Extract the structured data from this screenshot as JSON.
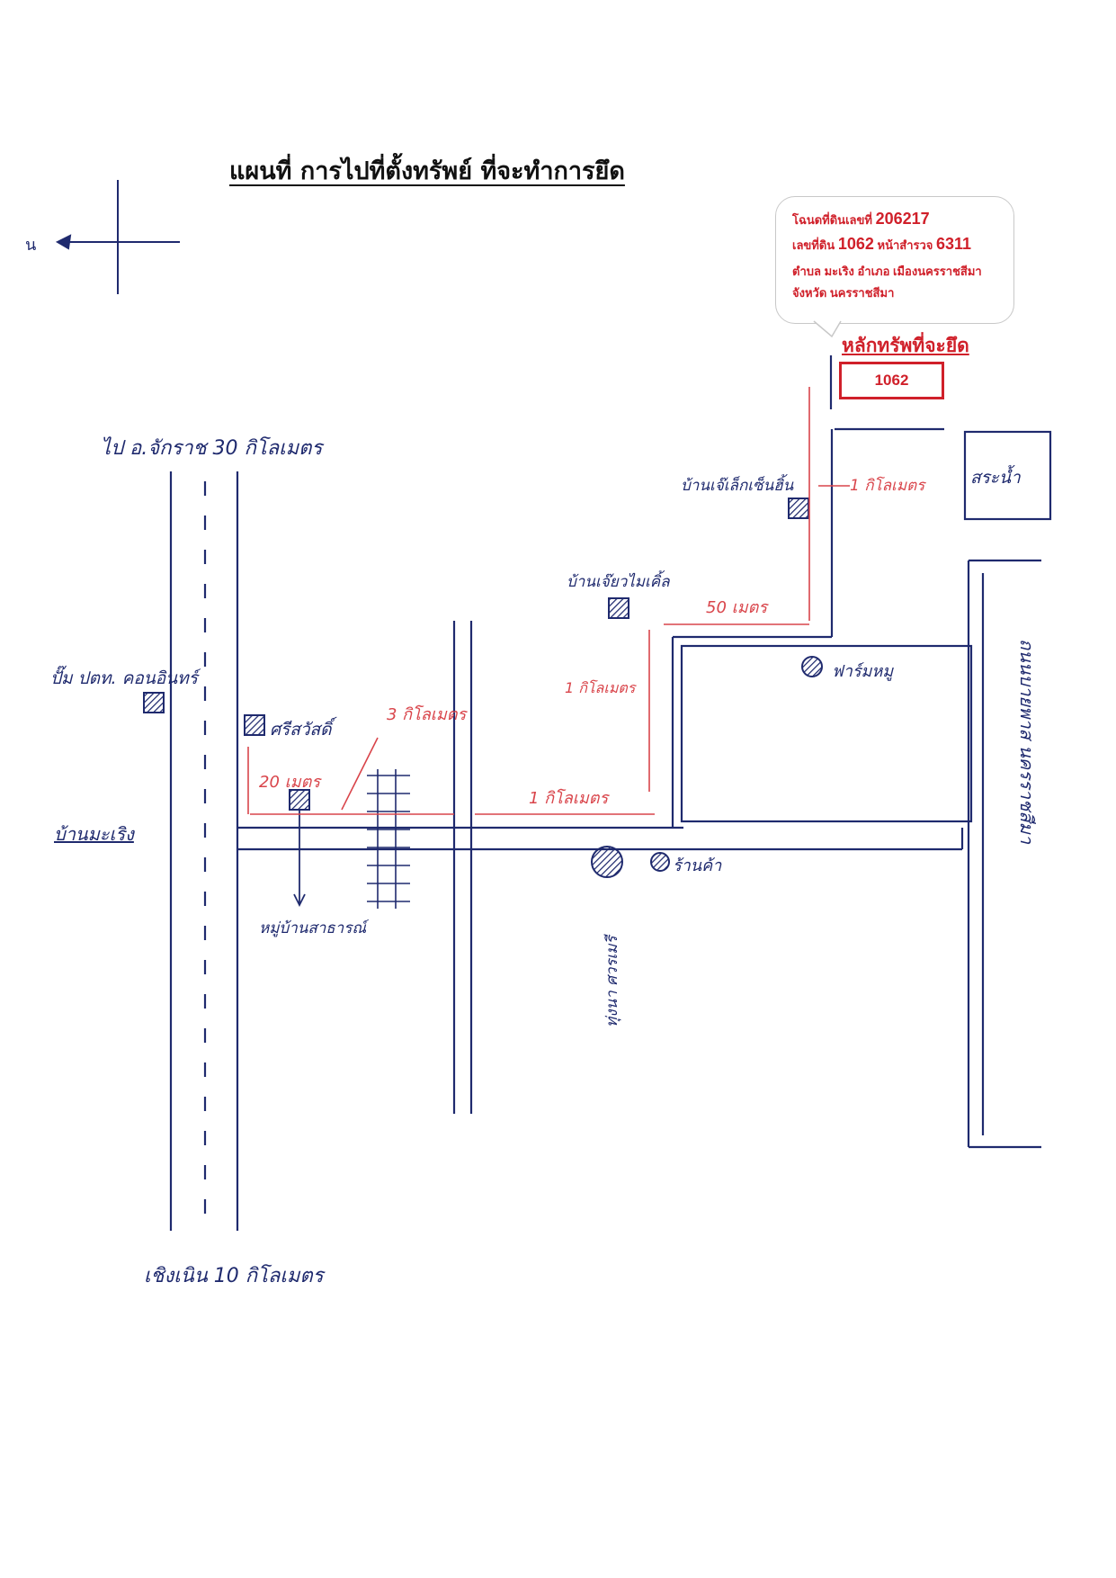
{
  "title": "แผนที่ การไปที่ตั้งทรัพย์ ที่จะทำการยึด",
  "compass_label": "น",
  "callout": {
    "deed_prefix": "โฉนดที่ดินเลขที่",
    "deed_number": "206217",
    "land_no_prefix": "เลขที่ดิน",
    "land_no": "1062",
    "survey_prefix": "หน้าสำรวจ",
    "survey_no": "6311",
    "location_line1": "ตำบล มะเริง อำเภอ เมืองนครราชสีมา",
    "location_line2": "จังหวัด นครราชสีมา"
  },
  "target": {
    "label": "หลักทรัพที่จะยึด",
    "number": "1062"
  },
  "labels": {
    "top_road": "ไป อ.จักราช 30 กิโลเมตร",
    "bottom_road": "เชิงเนิน 10 กิโลเมตร",
    "gas_station": "ปั๊ม ปตท. คอนอินทร์",
    "village_marueng": "บ้านมะเริง",
    "sri_sawat": "ศรีสวัสดิ์",
    "village_direction": "หมู่บ้านสาธารณ์",
    "house_chinese": "บ้านเจ๊เล็กเซ็นฮิ้น",
    "house_chi": "บ้านเจ๊ยวไมเคิ้ล",
    "reservoir": "สระน้ำ",
    "family_mart": "ฟาร์มหมู",
    "shop": "ร้านค้า",
    "school": "ทุ่งนา ศวรเมรี",
    "right_road": "ถนนบายพาส นครราชสีมา"
  },
  "distances": {
    "d_20m": "20 เมตร",
    "d_3km": "3 กิโลเมตร",
    "d_1km_bottom": "1 กิโลเมตร",
    "d_1km_vertical": "1 กิโลเมตร",
    "d_50m": "50 เมตร",
    "d_1km_top": "1 กิโลเมตร"
  },
  "colors": {
    "ink_blue": "#1f2a6e",
    "ink_red": "#d0202a",
    "hand_red": "#d9454b"
  }
}
